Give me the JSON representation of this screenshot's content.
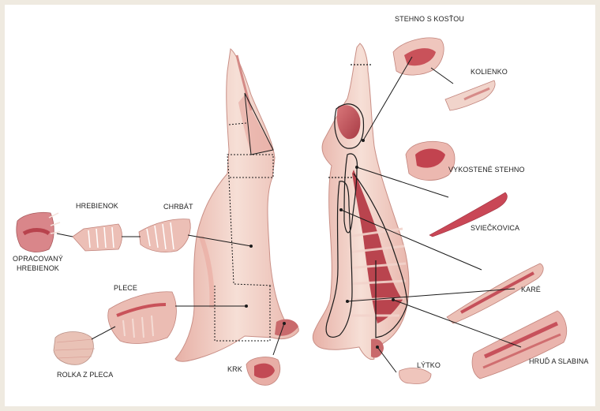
{
  "colors": {
    "frame": "#efeae0",
    "panel": "#ffffff",
    "meat": "#c25a5f",
    "fat": "#f3d7cd",
    "line": "#1a1a1a"
  },
  "labels": {
    "stehno_s_kostou": "STEHNO S KOSŤOU",
    "kolienko": "KOLIENKO",
    "vykostene_stehno": "VYKOSTENÉ STEHNO",
    "sviečkovica": "SVIEČKOVICA",
    "kare": "KARÉ",
    "hrud_a_slabina": "HRUĎ A SLABINA",
    "lytko": "LÝTKO",
    "krk": "KRK",
    "rolka_z_pleca": "ROLKA Z PLECA",
    "plece": "PLECE",
    "chrbat": "CHRBÁT",
    "hrebienok": "HREBIENOK",
    "opracovany_line1": "OPRACOVANÝ",
    "opracovany_line2": "HREBIENOK"
  }
}
